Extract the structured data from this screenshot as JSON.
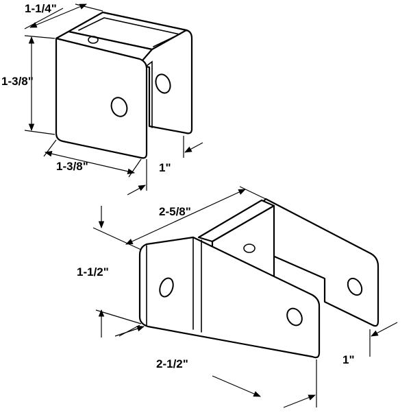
{
  "top_bracket": {
    "dim_width": "1-1/4\"",
    "dim_height": "1-3/8\"",
    "dim_depth": "1-3/8\"",
    "dim_thickness": "1\""
  },
  "bottom_bracket": {
    "dim_length": "2-5/8\"",
    "dim_height": "1-1/2\"",
    "dim_depth": "2-1/2\"",
    "dim_thickness": "1\""
  },
  "colors": {
    "line": "#000000",
    "background": "#ffffff"
  }
}
